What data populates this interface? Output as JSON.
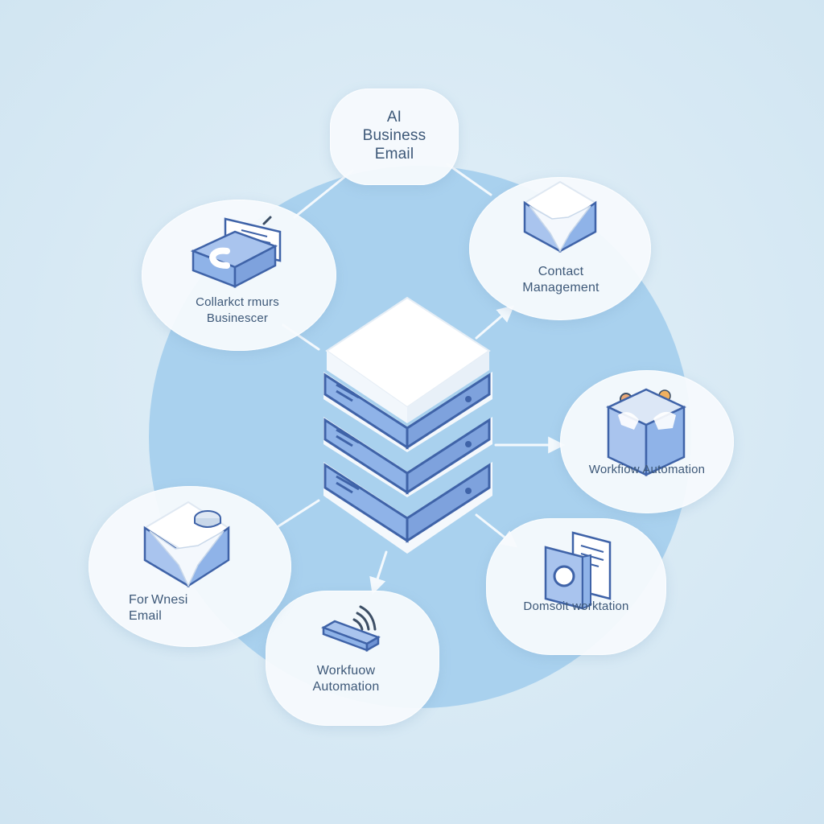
{
  "diagram": {
    "colors": {
      "background": "#d7e9f4",
      "big_circle": "#a9d1ee",
      "node_fill": "#f6fafd",
      "icon_blue": "#8fb3e8",
      "icon_dark": "#3f63a8",
      "connector": "#f4f9fd",
      "text": "#3d5878"
    },
    "hub": {
      "icon": "server-stack-icon"
    },
    "nodes": [
      {
        "id": "top",
        "label": "AI\nBusiness\nEmail",
        "icon": "none"
      },
      {
        "id": "upper-right",
        "label": "Contact\nManagement",
        "icon": "envelope-icon"
      },
      {
        "id": "right",
        "label": "Workfiow Automation",
        "icon": "people-box-icon"
      },
      {
        "id": "lower-right",
        "label": "Domsoit worktation",
        "icon": "document-folder-icon"
      },
      {
        "id": "bottom",
        "label": "Workfuow\nAutomation",
        "icon": "wifi-device-icon"
      },
      {
        "id": "lower-left",
        "label": "For Wnesi\nEmail",
        "icon": "envelope-icon"
      },
      {
        "id": "upper-left",
        "label": "Collarkct rmurs\nBusinescer",
        "icon": "contact-card-icon"
      }
    ]
  }
}
